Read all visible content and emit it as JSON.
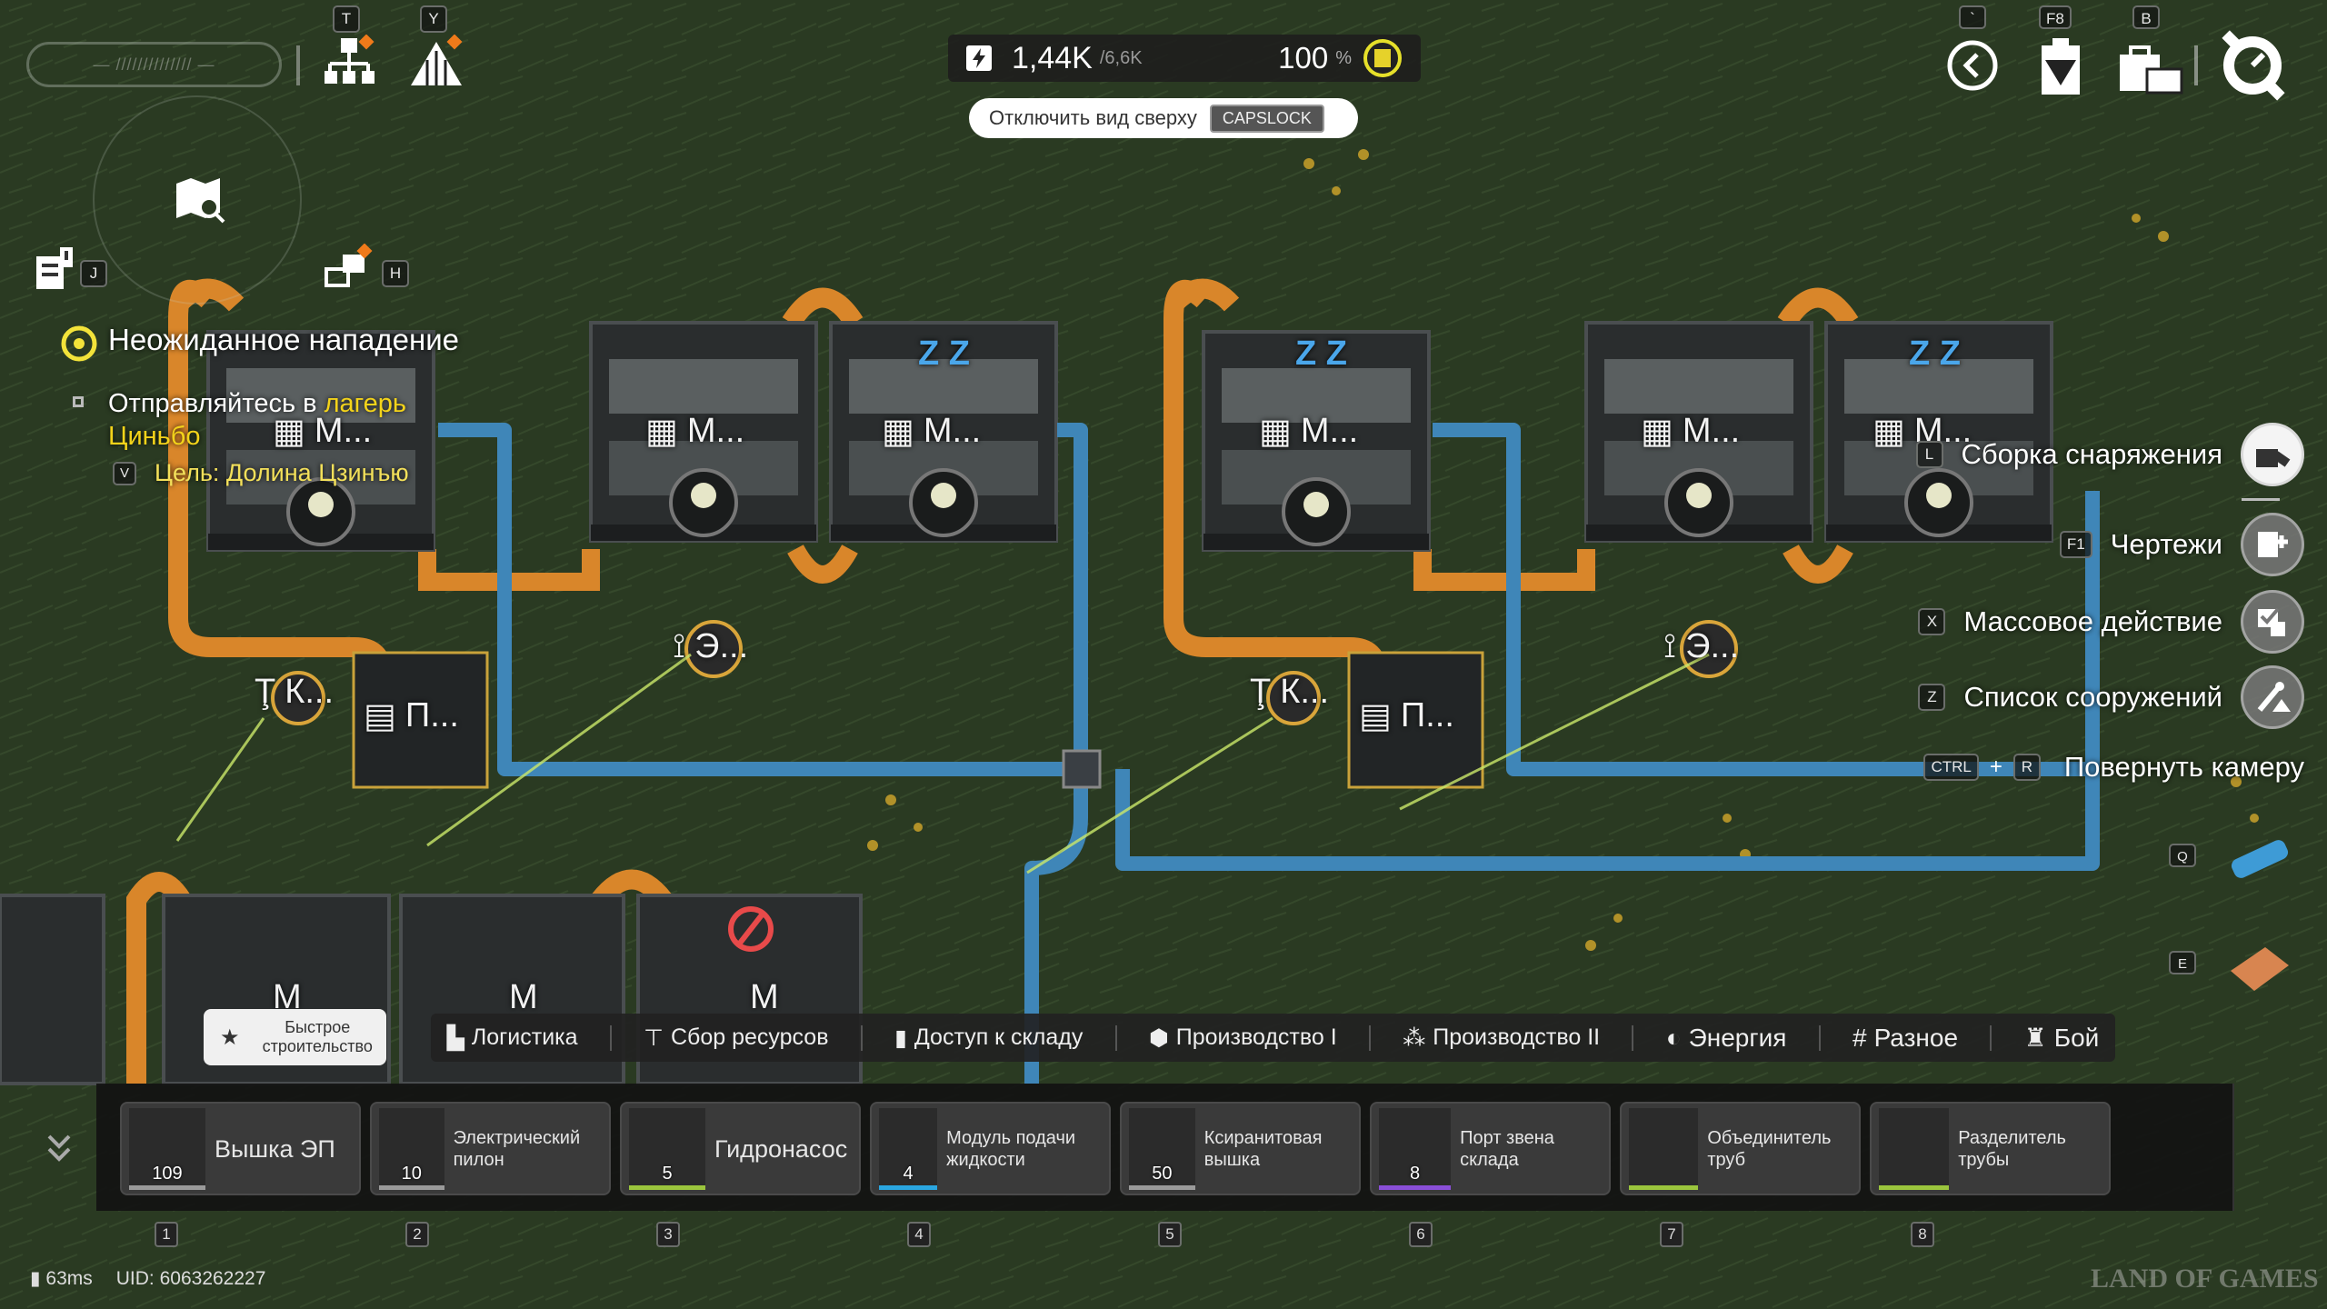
{
  "top_left": {
    "search_placeholder": "— ////////////// —",
    "keys": {
      "tech_tree": "T",
      "build_plan": "Y",
      "journal": "J",
      "comms": "H"
    }
  },
  "quest": {
    "title": "Неожиданное нападение",
    "objective_prefix": "Отправляйтесь в ",
    "objective_highlight": "лагерь Циньбо",
    "target_key": "V",
    "target": "Цель: Долина Цзинъю"
  },
  "power": {
    "current": "1,44K",
    "max": "/6,6K",
    "percent": "100",
    "percent_unit": "%"
  },
  "top_view_toggle": {
    "label": "Отключить вид сверху",
    "key": "CAPSLOCK"
  },
  "top_right": {
    "back_key": "`",
    "mission_key": "F8",
    "inventory_key": "B"
  },
  "right_menu": [
    {
      "key": "L",
      "label": "Сборка снаряжения"
    },
    {
      "key": "F1",
      "label": "Чертежи"
    },
    {
      "key": "X",
      "label": "Массовое действие"
    },
    {
      "key": "Z",
      "label": "Список сооружений"
    }
  ],
  "rotate_camera": {
    "key1": "CTRL",
    "plus": "+",
    "key2": "R",
    "label": "Повернуть камеру"
  },
  "side_tools": {
    "pipe_key": "Q",
    "floor_key": "E"
  },
  "map_labels": {
    "m": "М...",
    "e": "Э...",
    "k": "К...",
    "p": "П...",
    "m_short": "М",
    "zzz": "Z Z"
  },
  "quick_build": "Быстрое строительство",
  "categories": [
    "Логистика",
    "Сбор ресурсов",
    "Доступ к складу",
    "Производство I",
    "Производство II",
    "Энергия",
    "Разное",
    "Бой"
  ],
  "hotbar": [
    {
      "name": "Вышка ЭП",
      "count": "109",
      "key": "1",
      "bar": "#9a9a9a"
    },
    {
      "name": "Электрический пилон",
      "count": "10",
      "key": "2",
      "bar": "#9a9a9a"
    },
    {
      "name": "Гидронасос",
      "count": "5",
      "key": "3",
      "bar": "#9bc53d"
    },
    {
      "name": "Модуль подачи жидкости",
      "count": "4",
      "key": "4",
      "bar": "#2aa6e0"
    },
    {
      "name": "Ксиранитовая вышка",
      "count": "50",
      "key": "5",
      "bar": "#9a9a9a"
    },
    {
      "name": "Порт звена склада",
      "count": "8",
      "key": "6",
      "bar": "#8a4fd8"
    },
    {
      "name": "Объединитель труб",
      "count": "",
      "key": "7",
      "bar": "#9bc53d"
    },
    {
      "name": "Разделитель трубы",
      "count": "",
      "key": "8",
      "bar": "#9bc53d"
    }
  ],
  "status": {
    "ping": "63ms",
    "uid": "UID: 6063262227"
  },
  "watermark": "LAND OF GAMES"
}
